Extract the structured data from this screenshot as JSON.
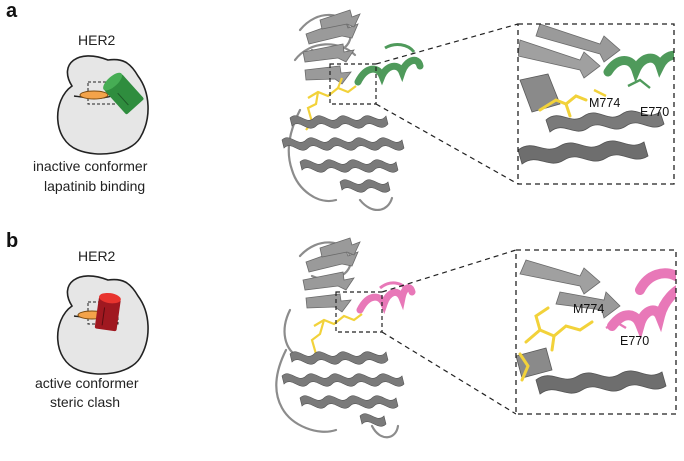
{
  "panels": [
    {
      "label": "a",
      "protein": "HER2",
      "caption_line1": "inactive conformer",
      "caption_line2": "lapatinib binding",
      "helix_color": "#4f9a5b",
      "inhibitor_color": "#f3b640",
      "residue1": "M774",
      "residue2": "E770"
    },
    {
      "label": "b",
      "protein": "HER2",
      "caption_line1": "active conformer",
      "caption_line2": "steric clash",
      "helix_color": "#e878b8",
      "inhibitor_color": "#f3b640",
      "residue1": "M774",
      "residue2": "E770"
    }
  ],
  "colors": {
    "protein_gray": "#8c8c8c",
    "ligand_yellow": "#f2d23a",
    "cartoon_body": "#e6e6e6",
    "cartoon_helix_a": "#2f8d3e",
    "cartoon_helix_b": "#a01820"
  }
}
